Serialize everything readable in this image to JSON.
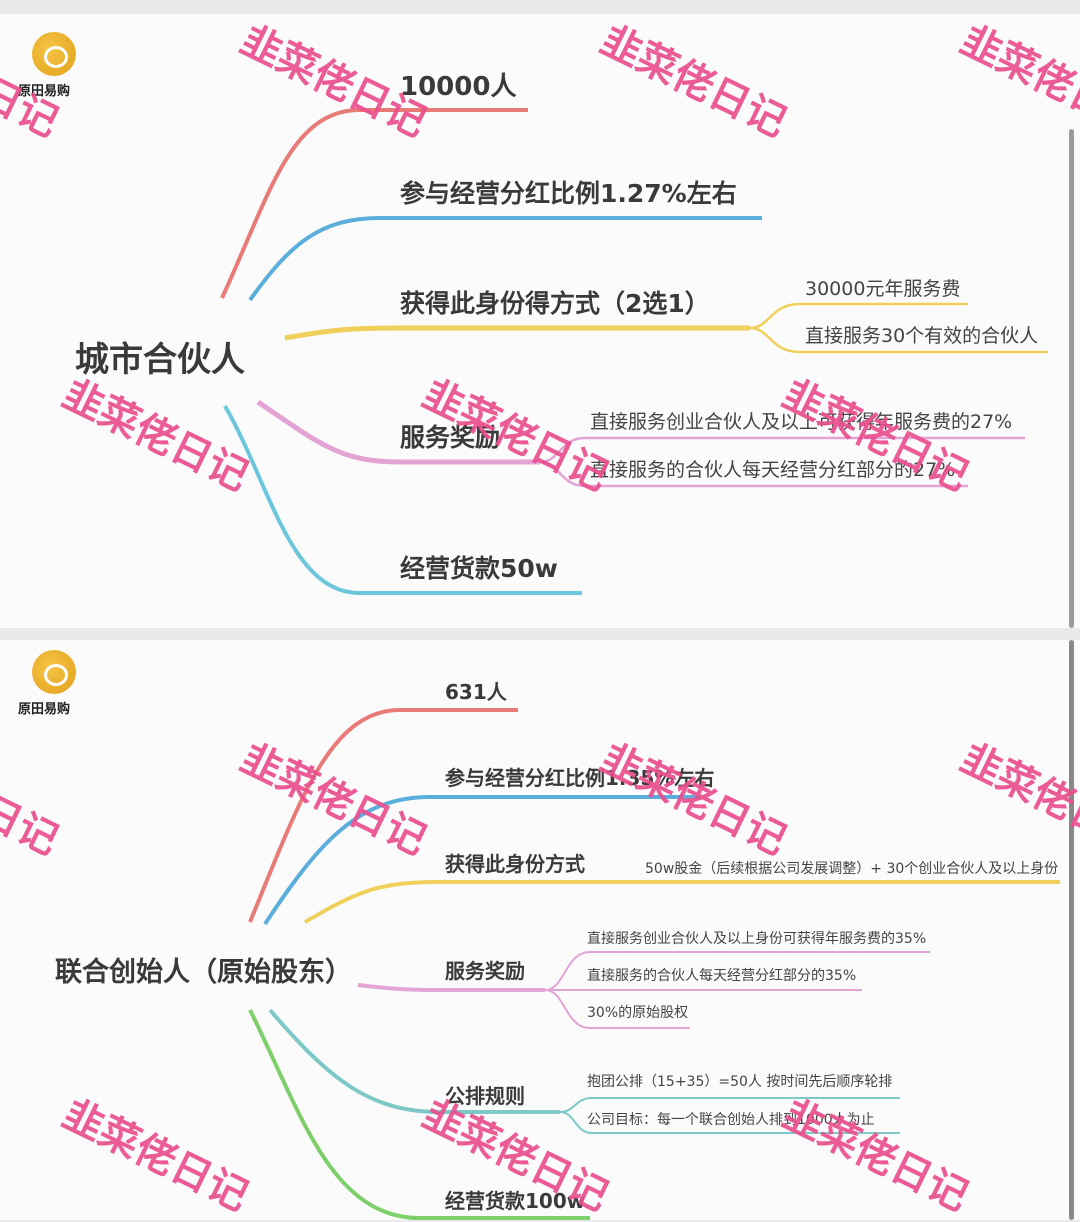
{
  "watermark": "韭菜佬日记",
  "logo_text": "原田易购",
  "colors": {
    "red": "#e87a78",
    "blue": "#5aaedc",
    "yellow": "#f0cf5a",
    "pink": "#e3a3d4",
    "cyan": "#6cc6dc",
    "teal": "#7ec8c8",
    "green": "#7dcf6a",
    "watermark": "#ea4f8f"
  },
  "city_partner": {
    "root": "城市合伙人",
    "branches": [
      {
        "label": "10000人"
      },
      {
        "label": "参与经营分红比例1.27%左右"
      },
      {
        "label": "获得此身份得方式（2选1）",
        "children": [
          "30000元年服务费",
          "直接服务30个有效的合伙人"
        ]
      },
      {
        "label": "服务奖励",
        "children": [
          "直接服务创业合伙人及以上可获得年服务费的27%",
          "直接服务的合伙人每天经营分红部分的27%"
        ]
      },
      {
        "label": "经营货款50w"
      }
    ]
  },
  "co_founder": {
    "root": "联合创始人（原始股东）",
    "branches": [
      {
        "label": "631人"
      },
      {
        "label": "参与经营分红比例1.35%左右"
      },
      {
        "label": "获得此身份方式",
        "children": [
          "50w股金（后续根据公司发展调整）+ 30个创业合伙人及以上身份"
        ]
      },
      {
        "label": "服务奖励",
        "children": [
          "直接服务创业合伙人及以上身份可获得年服务费的35%",
          "直接服务的合伙人每天经营分红部分的35%",
          "30%的原始股权"
        ]
      },
      {
        "label": "公排规则",
        "children": [
          "抱团公排（15+35）=50人 按时间先后顺序轮排",
          "公司目标：每一个联合创始人排到1000人为止"
        ]
      },
      {
        "label": "经营货款100w"
      }
    ]
  }
}
